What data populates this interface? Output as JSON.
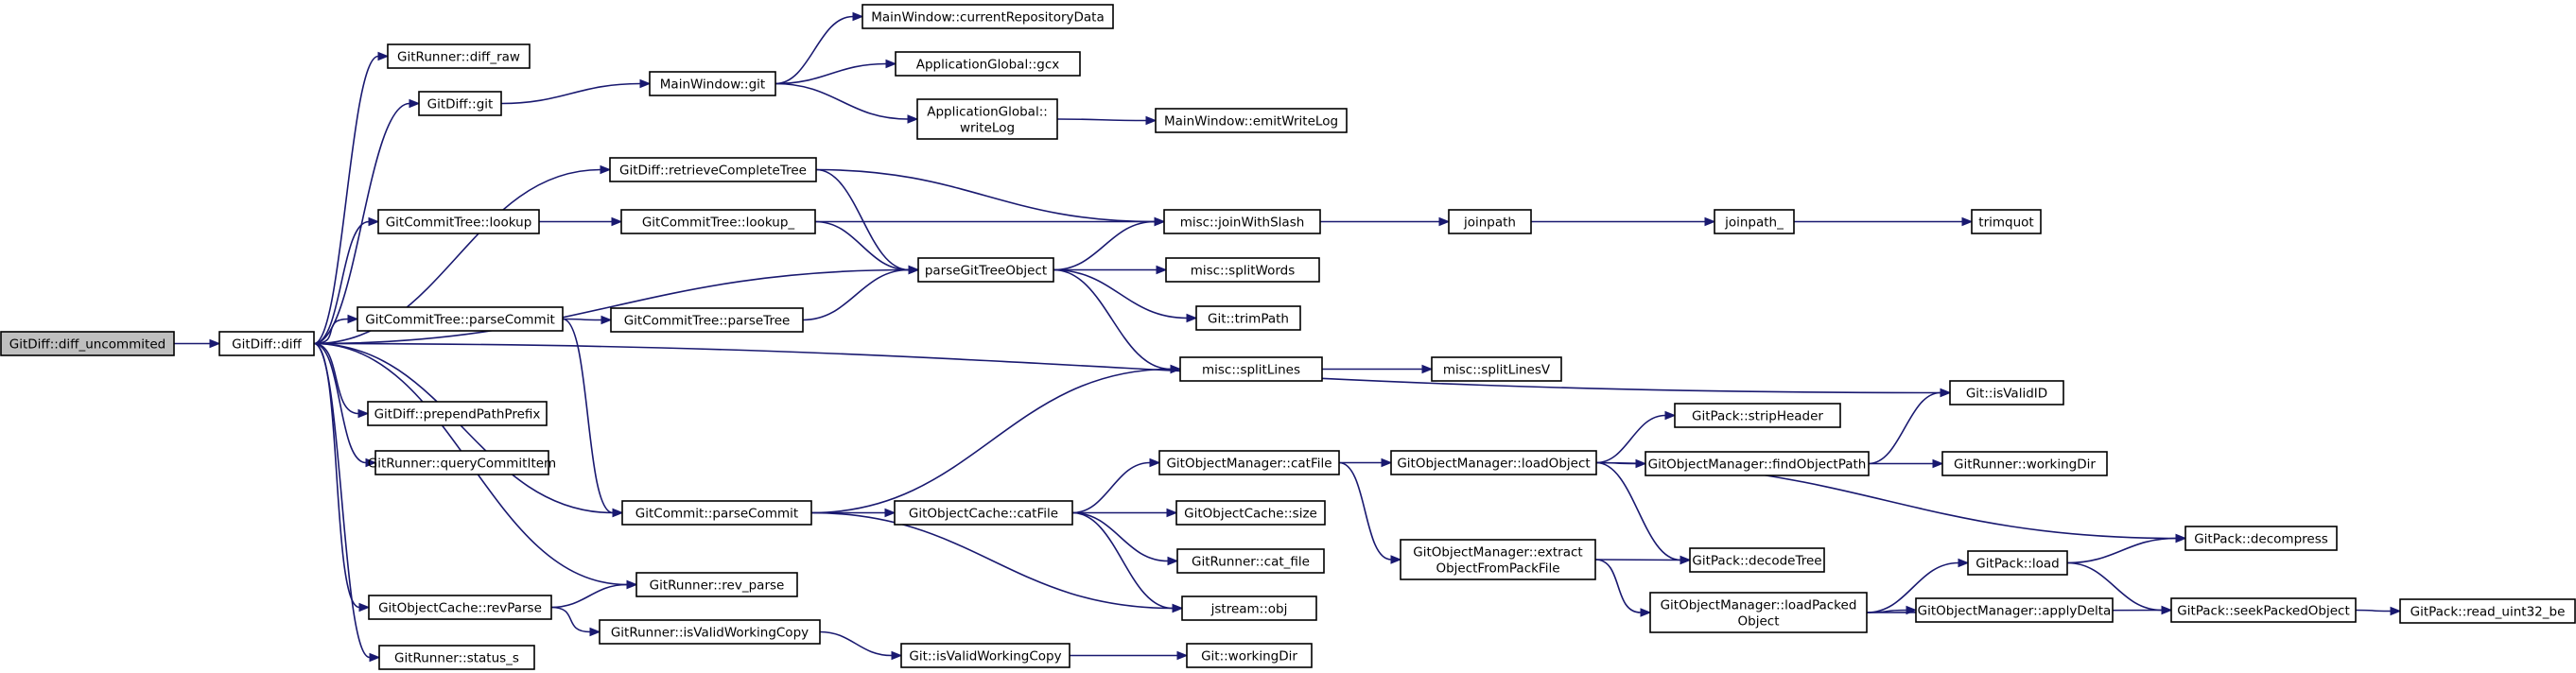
{
  "graph": {
    "nodes": [
      {
        "id": "n0",
        "lines": [
          "GitDiff::diff_uncommited"
        ]
      },
      {
        "id": "n1",
        "lines": [
          "GitDiff::diff"
        ]
      },
      {
        "id": "n2",
        "lines": [
          "GitRunner::diff_raw"
        ]
      },
      {
        "id": "n3",
        "lines": [
          "GitDiff::git"
        ]
      },
      {
        "id": "n4",
        "lines": [
          "MainWindow::git"
        ]
      },
      {
        "id": "n5",
        "lines": [
          "MainWindow::currentRepositoryData"
        ]
      },
      {
        "id": "n6",
        "lines": [
          "ApplicationGlobal::gcx"
        ]
      },
      {
        "id": "n7",
        "lines": [
          "ApplicationGlobal::",
          "writeLog"
        ]
      },
      {
        "id": "n8",
        "lines": [
          "MainWindow::emitWriteLog"
        ]
      },
      {
        "id": "n9",
        "lines": [
          "GitDiff::retrieveCompleteTree"
        ]
      },
      {
        "id": "n10",
        "lines": [
          "misc::joinWithSlash"
        ]
      },
      {
        "id": "n11",
        "lines": [
          "joinpath"
        ]
      },
      {
        "id": "n12",
        "lines": [
          "joinpath_"
        ]
      },
      {
        "id": "n13",
        "lines": [
          "trimquot"
        ]
      },
      {
        "id": "n14",
        "lines": [
          "GitCommitTree::lookup"
        ]
      },
      {
        "id": "n15",
        "lines": [
          "GitCommitTree::lookup_"
        ]
      },
      {
        "id": "n16",
        "lines": [
          "parseGitTreeObject"
        ]
      },
      {
        "id": "n17",
        "lines": [
          "misc::splitWords"
        ]
      },
      {
        "id": "n18",
        "lines": [
          "Git::trimPath"
        ]
      },
      {
        "id": "n19",
        "lines": [
          "GitCommitTree::parseCommit"
        ]
      },
      {
        "id": "n20",
        "lines": [
          "GitCommitTree::parseTree"
        ]
      },
      {
        "id": "n21",
        "lines": [
          "Git::isValidID"
        ]
      },
      {
        "id": "n22",
        "lines": [
          "GitDiff::prependPathPrefix"
        ]
      },
      {
        "id": "n23",
        "lines": [
          "misc::splitLines"
        ]
      },
      {
        "id": "n24",
        "lines": [
          "misc::splitLinesV"
        ]
      },
      {
        "id": "n25",
        "lines": [
          "GitPack::stripHeader"
        ]
      },
      {
        "id": "n26",
        "lines": [
          "GitRunner::queryCommitItem"
        ]
      },
      {
        "id": "n27",
        "lines": [
          "GitObjectManager::catFile"
        ]
      },
      {
        "id": "n28",
        "lines": [
          "GitObjectManager::loadObject"
        ]
      },
      {
        "id": "n29",
        "lines": [
          "GitObjectManager::findObjectPath"
        ]
      },
      {
        "id": "n30",
        "lines": [
          "GitRunner::workingDir"
        ]
      },
      {
        "id": "n31",
        "lines": [
          "GitCommit::parseCommit"
        ]
      },
      {
        "id": "n32",
        "lines": [
          "GitObjectCache::catFile"
        ]
      },
      {
        "id": "n33",
        "lines": [
          "GitObjectCache::size"
        ]
      },
      {
        "id": "n34",
        "lines": [
          "GitPack::decompress"
        ]
      },
      {
        "id": "n35",
        "lines": [
          "GitObjectManager::extract",
          "ObjectFromPackFile"
        ]
      },
      {
        "id": "n36",
        "lines": [
          "GitRunner::cat_file"
        ]
      },
      {
        "id": "n37",
        "lines": [
          "GitPack::decodeTree"
        ]
      },
      {
        "id": "n38",
        "lines": [
          "GitRunner::rev_parse"
        ]
      },
      {
        "id": "n39",
        "lines": [
          "jstream::obj"
        ]
      },
      {
        "id": "n40",
        "lines": [
          "GitObjectCache::revParse"
        ]
      },
      {
        "id": "n41",
        "lines": [
          "GitPack::load"
        ]
      },
      {
        "id": "n42",
        "lines": [
          "GitObjectManager::loadPacked",
          "Object"
        ]
      },
      {
        "id": "n43",
        "lines": [
          "GitObjectManager::applyDelta"
        ]
      },
      {
        "id": "n44",
        "lines": [
          "GitPack::seekPackedObject"
        ]
      },
      {
        "id": "n45",
        "lines": [
          "GitPack::read_uint32_be"
        ]
      },
      {
        "id": "n46",
        "lines": [
          "GitRunner::isValidWorkingCopy"
        ]
      },
      {
        "id": "n47",
        "lines": [
          "Git::isValidWorkingCopy"
        ]
      },
      {
        "id": "n48",
        "lines": [
          "Git::workingDir"
        ]
      },
      {
        "id": "n49",
        "lines": [
          "GitRunner::status_s"
        ]
      }
    ],
    "edges": [
      [
        "n0",
        "n1"
      ],
      [
        "n1",
        "n2"
      ],
      [
        "n1",
        "n3"
      ],
      [
        "n3",
        "n4"
      ],
      [
        "n4",
        "n5"
      ],
      [
        "n4",
        "n6"
      ],
      [
        "n4",
        "n7"
      ],
      [
        "n7",
        "n8"
      ],
      [
        "n1",
        "n9"
      ],
      [
        "n9",
        "n10"
      ],
      [
        "n9",
        "n16"
      ],
      [
        "n10",
        "n11"
      ],
      [
        "n11",
        "n12"
      ],
      [
        "n12",
        "n13"
      ],
      [
        "n1",
        "n14"
      ],
      [
        "n14",
        "n15"
      ],
      [
        "n15",
        "n10"
      ],
      [
        "n15",
        "n16"
      ],
      [
        "n1",
        "n16"
      ],
      [
        "n16",
        "n10"
      ],
      [
        "n16",
        "n17"
      ],
      [
        "n16",
        "n18"
      ],
      [
        "n16",
        "n23"
      ],
      [
        "n1",
        "n19"
      ],
      [
        "n19",
        "n20"
      ],
      [
        "n20",
        "n16"
      ],
      [
        "n19",
        "n31"
      ],
      [
        "n1",
        "n21"
      ],
      [
        "n1",
        "n22"
      ],
      [
        "n1",
        "n26"
      ],
      [
        "n1",
        "n31"
      ],
      [
        "n1",
        "n38"
      ],
      [
        "n1",
        "n40"
      ],
      [
        "n1",
        "n49"
      ],
      [
        "n23",
        "n24"
      ],
      [
        "n31",
        "n23"
      ],
      [
        "n31",
        "n32"
      ],
      [
        "n31",
        "n39"
      ],
      [
        "n32",
        "n27"
      ],
      [
        "n32",
        "n33"
      ],
      [
        "n32",
        "n36"
      ],
      [
        "n32",
        "n39"
      ],
      [
        "n27",
        "n28"
      ],
      [
        "n27",
        "n35"
      ],
      [
        "n28",
        "n25"
      ],
      [
        "n28",
        "n29"
      ],
      [
        "n28",
        "n34"
      ],
      [
        "n28",
        "n37"
      ],
      [
        "n29",
        "n21"
      ],
      [
        "n29",
        "n30"
      ],
      [
        "n35",
        "n37"
      ],
      [
        "n35",
        "n42"
      ],
      [
        "n42",
        "n41"
      ],
      [
        "n42",
        "n43"
      ],
      [
        "n42",
        "n44"
      ],
      [
        "n41",
        "n34"
      ],
      [
        "n41",
        "n44"
      ],
      [
        "n44",
        "n45"
      ],
      [
        "n40",
        "n38"
      ],
      [
        "n40",
        "n46"
      ],
      [
        "n46",
        "n47"
      ],
      [
        "n47",
        "n48"
      ]
    ]
  }
}
